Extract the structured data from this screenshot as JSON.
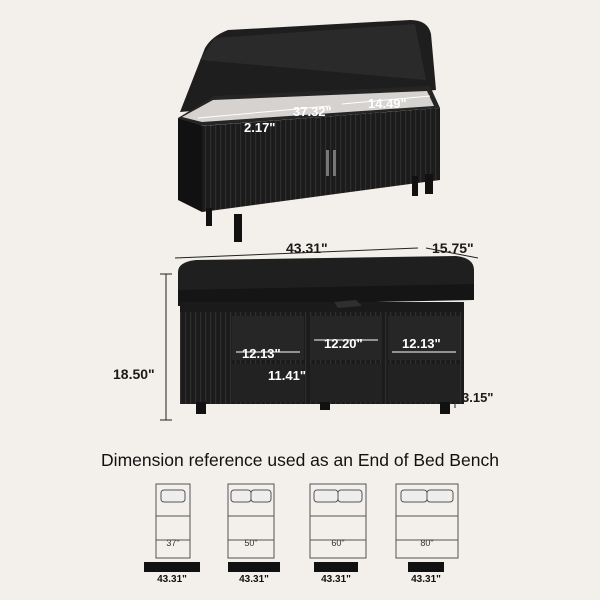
{
  "open_bench": {
    "interior_length": "37.32\"",
    "interior_depth": "14.49\"",
    "interior_height": "2.17\""
  },
  "closed_bench": {
    "width": "43.31\"",
    "depth": "15.75\"",
    "height": "18.50\"",
    "left_cubby_width": "12.13\"",
    "middle_cubby_width": "12.20\"",
    "right_cubby_width": "12.13\"",
    "cubby_height": "11.41\"",
    "leg_height": "3.15\""
  },
  "caption": "Dimension reference used as an End of Bed Bench",
  "beds": [
    {
      "size": "37\"",
      "bench": "43.31\""
    },
    {
      "size": "50\"",
      "bench": "43.31\""
    },
    {
      "size": "60\"",
      "bench": "43.31\""
    },
    {
      "size": "80\"",
      "bench": "43.31\""
    }
  ],
  "colors": {
    "background": "#f3efea",
    "furniture": "#161616",
    "text": "#1a1a1a"
  }
}
